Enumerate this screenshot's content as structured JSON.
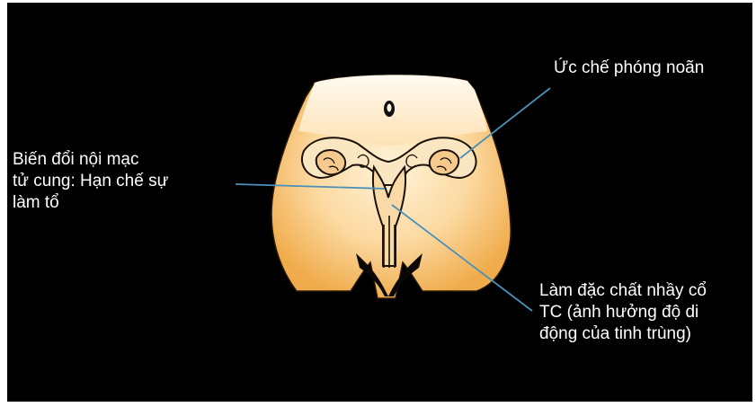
{
  "annotations": {
    "ovulation": "Ức chế phóng noãn",
    "endometrium": [
      "Biến đổi nội mạc",
      "tử cung: Hạn chế sự",
      "làm tổ"
    ],
    "mucus": [
      "Làm đặc chất nhầy cổ",
      "TC (ảnh hưởng  độ di",
      "động của tinh trùng)"
    ]
  },
  "colors": {
    "background": "#000000",
    "skin_light": "#fff2d6",
    "skin_dark": "#f3b457",
    "leader_line": "#4a90b8",
    "organ_fill": "#fbe6c2",
    "outline": "#1a1208"
  },
  "icons": {
    "navel": "navel-icon",
    "uterus": "uterus-illustration"
  }
}
